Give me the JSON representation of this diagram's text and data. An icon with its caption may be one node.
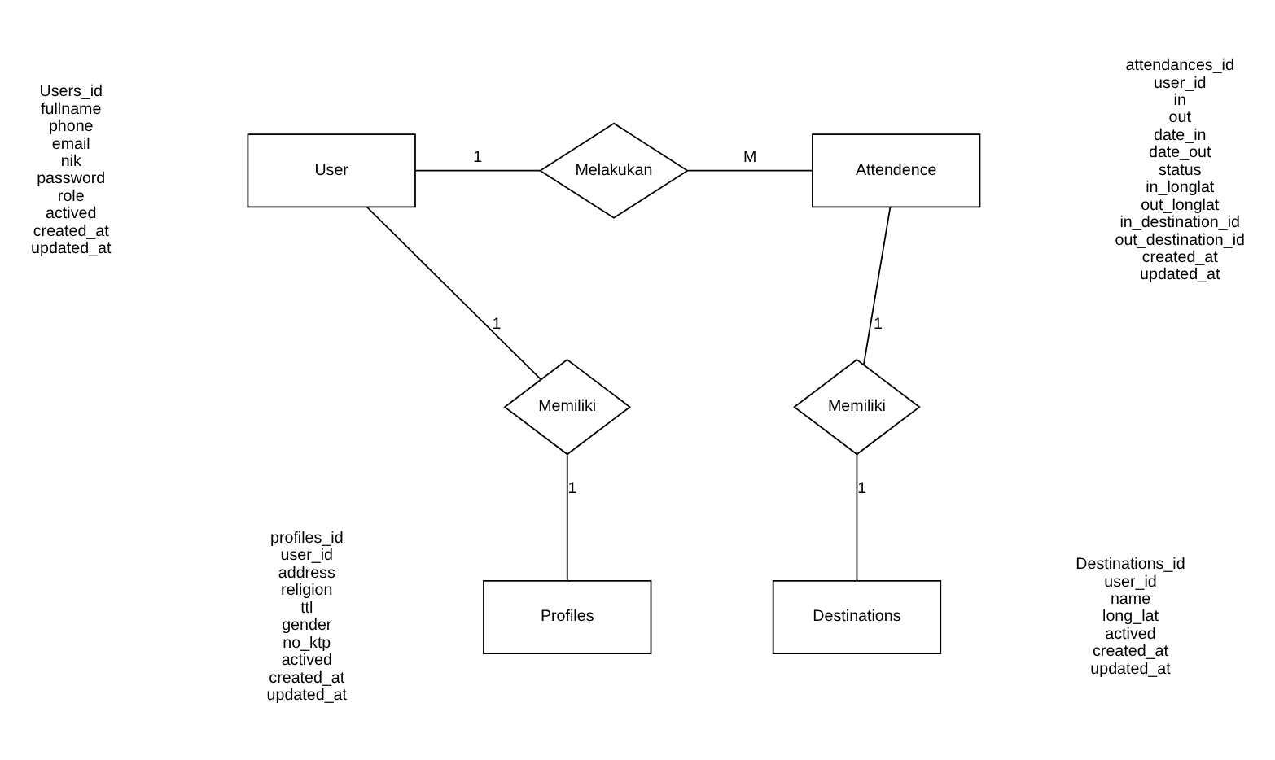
{
  "diagram": {
    "nodes": [
      {
        "text": [
          "User"
        ],
        "beside": [
          "Users_id",
          "fullname",
          "phone",
          "email",
          "nik",
          "password",
          "role",
          "actived",
          "created_at",
          "updated_at"
        ]
      },
      {
        "text": [
          "Melakukan"
        ]
      },
      {
        "text": [
          "Attendence"
        ],
        "beside": [
          "attendances_id",
          "user_id",
          "in",
          "out",
          "date_in",
          "date_out",
          "status",
          "in_longlat",
          "out_longlat",
          "in_destination_id",
          "out_destination_id",
          "created_at",
          "updated_at"
        ]
      },
      {
        "text": [
          "Memiliki"
        ]
      },
      {
        "text": [
          "Profiles"
        ],
        "beside": [
          "profiles_id",
          "user_id",
          "address",
          "religion",
          "ttl",
          "gender",
          "no_ktp",
          "actived",
          "created_at",
          "updated_at"
        ]
      },
      {
        "text": [
          "Memiliki"
        ]
      },
      {
        "text": [
          "Destinations"
        ],
        "beside": [
          "Destinations_id",
          "user_id",
          "name",
          "long_lat",
          "actived",
          "created_at",
          "updated_at"
        ]
      }
    ],
    "edges": [
      {
        "from": 0,
        "to": 1,
        "arrow": "none",
        "label": "1"
      },
      {
        "from": 1,
        "to": 2,
        "arrow": "none",
        "label": "M"
      },
      {
        "from": 0,
        "to": 3,
        "arrow": "none",
        "label": "1"
      },
      {
        "from": 3,
        "to": 4,
        "arrow": "none",
        "label": "1"
      },
      {
        "from": 2,
        "to": 5,
        "arrow": "none",
        "label": "1"
      },
      {
        "from": 5,
        "to": 6,
        "arrow": "none",
        "label": "1"
      }
    ]
  }
}
